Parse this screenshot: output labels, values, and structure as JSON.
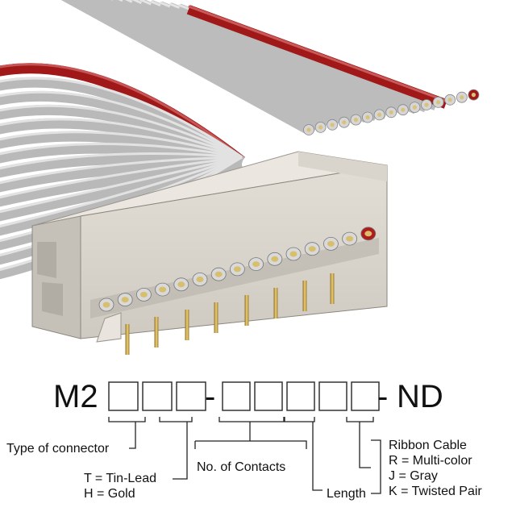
{
  "part_number": {
    "prefix": "M2",
    "suffix": "ND",
    "separator": "-",
    "code_boxes_group1": 3,
    "code_boxes_group2": 5
  },
  "legend": {
    "type_of_connector": "Type of connector",
    "plating": [
      "T = Tin-Lead",
      "H = Gold"
    ],
    "contacts": "No. of Contacts",
    "length": "Length",
    "ribbon": [
      "Ribbon Cable",
      "R = Multi-color",
      "J = Gray",
      "K = Twisted Pair"
    ]
  },
  "colors": {
    "cable_gray": "#b9b9b9",
    "cable_red": "#a01818",
    "housing": "#d8d4cc",
    "pin_gold": "#c9a640"
  }
}
